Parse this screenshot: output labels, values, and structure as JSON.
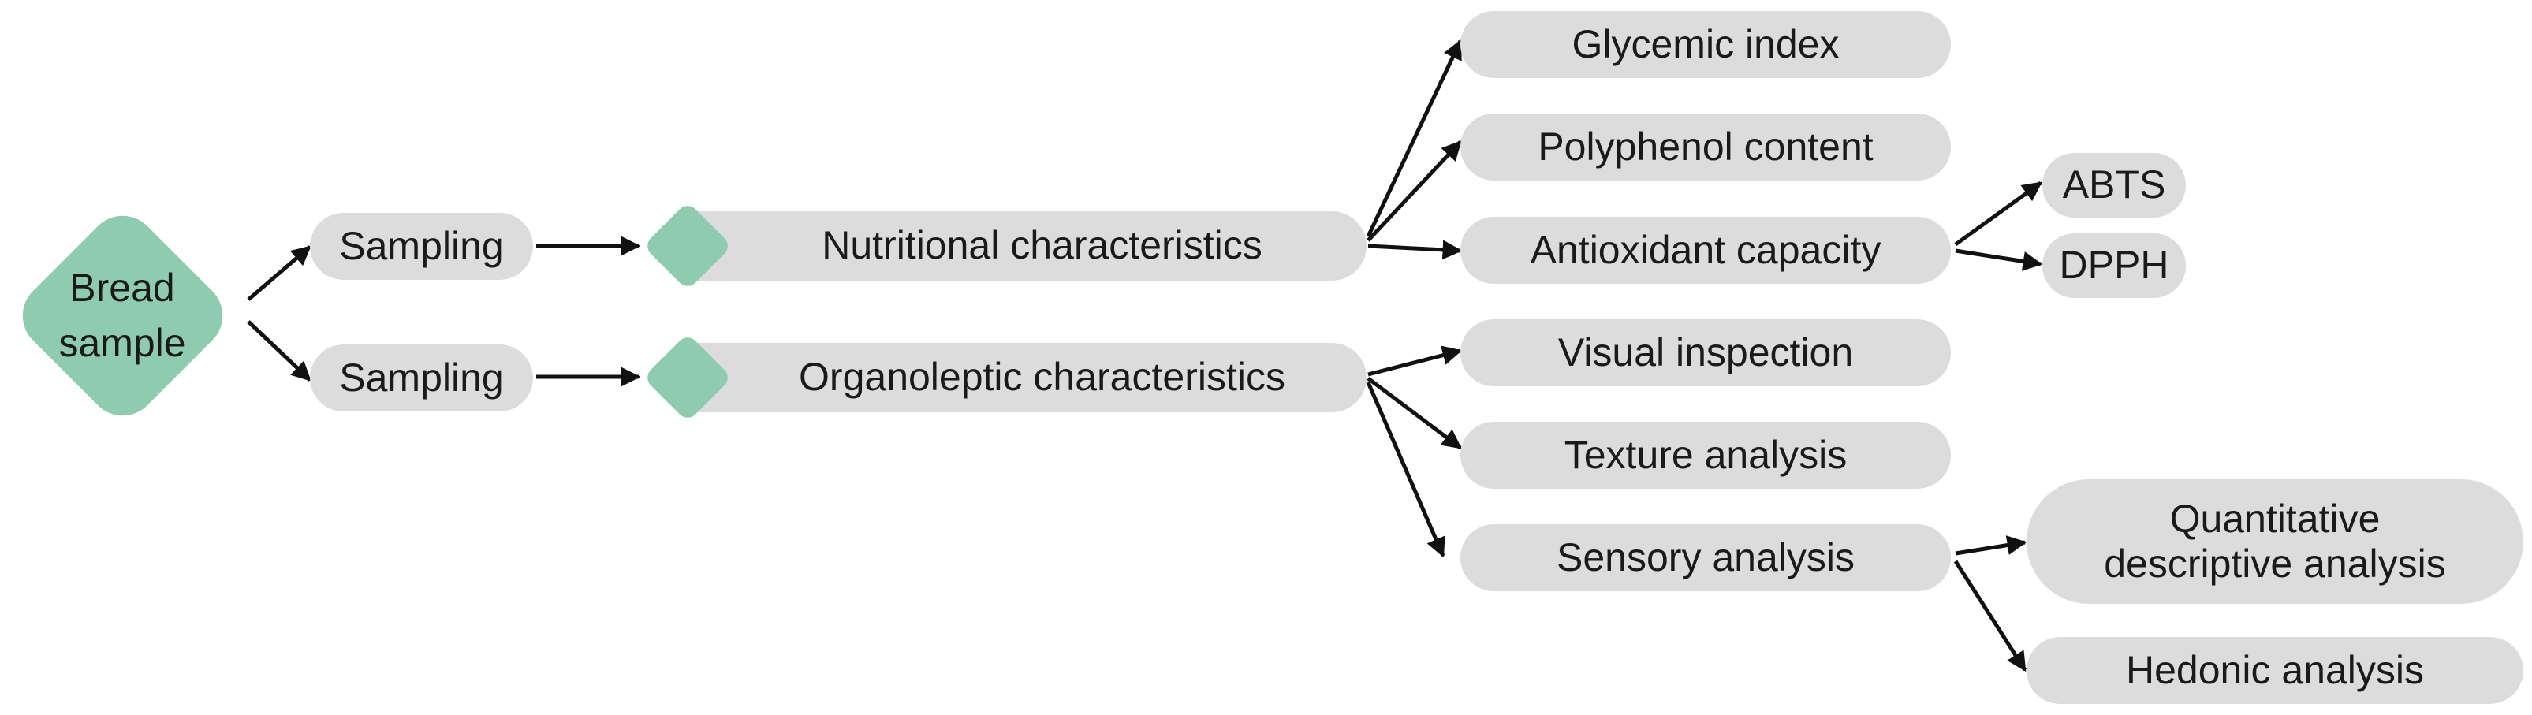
{
  "root": {
    "line1": "Bread",
    "line2": "sample"
  },
  "sampling": [
    "Sampling",
    "Sampling"
  ],
  "categories": {
    "nutritional": "Nutritional characteristics",
    "organoleptic": "Organoleptic characteristics"
  },
  "nutritional_items": [
    "Glycemic index",
    "Polyphenol content",
    "Antioxidant capacity"
  ],
  "antioxidant_methods": [
    "ABTS",
    "DPPH"
  ],
  "organoleptic_items": [
    "Visual inspection",
    "Texture analysis",
    "Sensory analysis"
  ],
  "sensory_methods": {
    "qda_line1": "Quantitative",
    "qda_line2": "descriptive analysis",
    "hedonic": "Hedonic analysis"
  },
  "colors": {
    "accent": "#8fcbae",
    "box": "#dcdcdc",
    "arrow": "#111111"
  }
}
